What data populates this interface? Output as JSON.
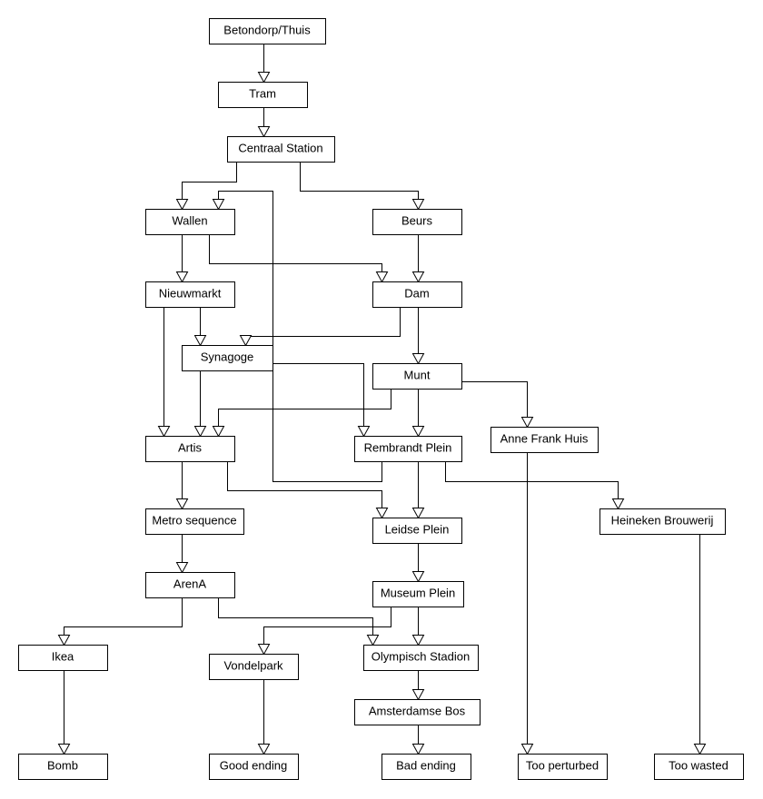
{
  "nodes": {
    "betondorp": "Betondorp/Thuis",
    "tram": "Tram",
    "centraal": "Centraal Station",
    "wallen": "Wallen",
    "beurs": "Beurs",
    "nieuwmarkt": "Nieuwmarkt",
    "dam": "Dam",
    "synagoge": "Synagoge",
    "munt": "Munt",
    "artis": "Artis",
    "rembrandt": "Rembrandt Plein",
    "annefrank": "Anne Frank Huis",
    "metro": "Metro sequence",
    "leidse": "Leidse Plein",
    "heineken": "Heineken Brouwerij",
    "arena": "ArenA",
    "museum": "Museum Plein",
    "ikea": "Ikea",
    "vondelpark": "Vondelpark",
    "olympisch": "Olympisch Stadion",
    "bos": "Amsterdamse Bos",
    "bomb": "Bomb",
    "good": "Good ending",
    "bad": "Bad ending",
    "perturbed": "Too perturbed",
    "wasted": "Too wasted"
  },
  "edges": [
    [
      "betondorp",
      "tram"
    ],
    [
      "tram",
      "centraal"
    ],
    [
      "centraal",
      "wallen"
    ],
    [
      "centraal",
      "beurs"
    ],
    [
      "wallen",
      "nieuwmarkt"
    ],
    [
      "wallen",
      "dam"
    ],
    [
      "beurs",
      "dam"
    ],
    [
      "nieuwmarkt",
      "synagoge"
    ],
    [
      "nieuwmarkt",
      "artis"
    ],
    [
      "dam",
      "synagoge"
    ],
    [
      "dam",
      "munt"
    ],
    [
      "synagoge",
      "artis"
    ],
    [
      "synagoge",
      "rembrandt"
    ],
    [
      "munt",
      "artis"
    ],
    [
      "munt",
      "rembrandt"
    ],
    [
      "munt",
      "annefrank"
    ],
    [
      "rembrandt",
      "wallen"
    ],
    [
      "rembrandt",
      "leidse"
    ],
    [
      "rembrandt",
      "heineken"
    ],
    [
      "artis",
      "metro"
    ],
    [
      "artis",
      "leidse"
    ],
    [
      "metro",
      "arena"
    ],
    [
      "leidse",
      "museum"
    ],
    [
      "arena",
      "ikea"
    ],
    [
      "arena",
      "olympisch"
    ],
    [
      "museum",
      "vondelpark"
    ],
    [
      "museum",
      "olympisch"
    ],
    [
      "olympisch",
      "bos"
    ],
    [
      "bos",
      "bad"
    ],
    [
      "ikea",
      "bomb"
    ],
    [
      "vondelpark",
      "good"
    ],
    [
      "annefrank",
      "perturbed"
    ],
    [
      "heineken",
      "wasted"
    ]
  ]
}
